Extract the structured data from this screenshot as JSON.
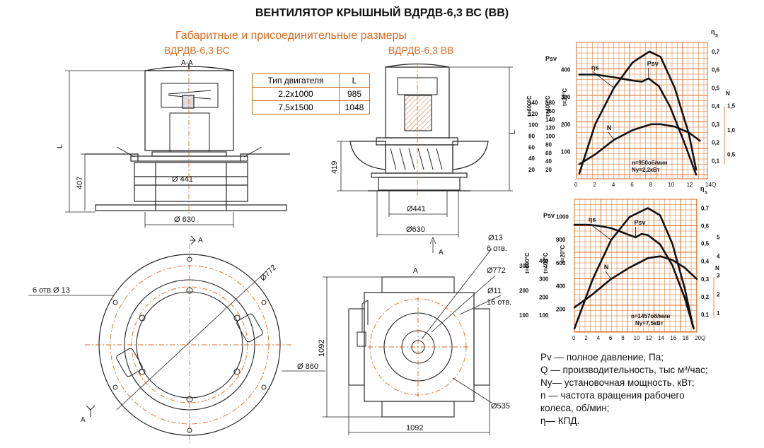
{
  "title": "ВЕНТИЛЯТОР КРЫШНЫЙ  ВДРДВ-6,3 ВС (ВВ)",
  "subtitle": "Габаритные и присоединительные размеры",
  "views": {
    "left_label": "ВДРДВ-6,3 ВС",
    "right_label": "ВДРДВ-6,3 ВВ",
    "section_label": "А-А",
    "arrow_label": "A"
  },
  "motor_table": {
    "header": [
      "Тип двигателя",
      "L"
    ],
    "rows": [
      [
        "2,2х1000",
        "985"
      ],
      [
        "7,5х1500",
        "1048"
      ]
    ]
  },
  "dimensions": {
    "L": "L",
    "h407": "407",
    "h419": "419",
    "d441_left": "Ø 441",
    "d630_left": "Ø 630",
    "d441_right": "Ø441",
    "d630_right": "Ø630",
    "d772_plan": "Ø772",
    "d860": "Ø 860",
    "holes_6": "6 отв.Ø 13",
    "d13": "Ø13",
    "otv6": "6 отв.",
    "d772_sq": "Ø772",
    "d11": "Ø11",
    "otv16": "16 отв.",
    "d535": "Ø535",
    "w1092": "1092",
    "h1092": "1092"
  },
  "chart_data": [
    {
      "type": "line",
      "title": "",
      "xlabel": "Q",
      "x_ticks": [
        "0",
        "2",
        "4",
        "6",
        "8",
        "10",
        "12",
        "14"
      ],
      "xlim": [
        0,
        14
      ],
      "axis_labels": {
        "psv": "Psv",
        "t600": "t=600°C",
        "t400": "t=400°C",
        "t20": "t=20°C",
        "eta": "η",
        "eta_sub": "s",
        "n": "N"
      },
      "y_ticks_t600": [
        "140",
        "120",
        "100",
        "80",
        "60",
        "40",
        "20"
      ],
      "y_ticks_t400": [
        "180",
        "160",
        "140",
        "120",
        "100",
        "80",
        "60",
        "40",
        "20"
      ],
      "y_ticks_t20": [
        "400",
        "300",
        "200",
        "100"
      ],
      "ylim_psv_t20": [
        0,
        500
      ],
      "y_ticks_eta": [
        "0,7",
        "0,6",
        "0,5",
        "0,4",
        "0,3",
        "0,2",
        "0,1"
      ],
      "ylim_eta": [
        0,
        0.75
      ],
      "y_ticks_n": [
        "1,5",
        "1,0",
        "0,5"
      ],
      "ylim_n": [
        0,
        2.8
      ],
      "note_n": "n=950об/мин",
      "note_ny": "Ny=2,2кВт",
      "series": [
        {
          "name": "ηs",
          "axis": "eta",
          "x": [
            0.3,
            2,
            4,
            6,
            7.8,
            9,
            10.5,
            12,
            12.8
          ],
          "y": [
            0.03,
            0.3,
            0.5,
            0.64,
            0.7,
            0.67,
            0.5,
            0.25,
            0.05
          ]
        },
        {
          "name": "Psv",
          "axis": "psv",
          "x": [
            0.3,
            2,
            4,
            6,
            7,
            7.7,
            8.8,
            10,
            11.5,
            12.8
          ],
          "y": [
            382,
            382,
            372,
            360,
            356,
            368,
            340,
            265,
            135,
            15
          ]
        },
        {
          "name": "N",
          "axis": "n",
          "x": [
            0.3,
            2,
            4,
            6,
            8,
            9,
            10.5,
            12,
            13.2
          ],
          "y": [
            0.3,
            0.5,
            0.8,
            1.0,
            1.12,
            1.12,
            1.07,
            0.95,
            0.78
          ]
        }
      ]
    },
    {
      "type": "line",
      "title": "",
      "xlabel": "Q",
      "x_ticks": [
        "0",
        "2",
        "4",
        "6",
        "8",
        "10",
        "12",
        "14",
        "16",
        "18",
        "20"
      ],
      "xlim": [
        0,
        20
      ],
      "axis_labels": {
        "psv": "Psv",
        "t600": "t=600°C",
        "t400": "t=400°C",
        "t20": "t=20°C",
        "eta": "η",
        "eta_sub": "s",
        "n": "N"
      },
      "y_ticks_t600": [
        "300",
        "200",
        "100"
      ],
      "y_ticks_t400": [
        "400",
        "300",
        "200",
        "100"
      ],
      "y_ticks_t20": [
        "1000",
        "800",
        "600",
        "400",
        "200"
      ],
      "ylim_psv_t20": [
        0,
        1150
      ],
      "y_ticks_eta": [
        "0,7",
        "0,6",
        "0,5",
        "0,4",
        "0,3",
        "0,2",
        "0,1"
      ],
      "ylim_eta": [
        0,
        0.75
      ],
      "y_ticks_n": [
        "5",
        "4",
        "3",
        "2",
        "1"
      ],
      "ylim_n": [
        0,
        7
      ],
      "note_n": "n=1457об/мин",
      "note_ny": "Ny=7,5кВт",
      "series": [
        {
          "name": "ηs",
          "axis": "eta",
          "x": [
            0,
            3,
            6,
            9,
            12,
            14,
            16,
            18,
            19.4
          ],
          "y": [
            0.02,
            0.3,
            0.52,
            0.65,
            0.7,
            0.66,
            0.5,
            0.25,
            0.03
          ]
        },
        {
          "name": "Psv",
          "axis": "psv",
          "x": [
            0,
            2,
            4,
            6,
            8,
            10,
            11,
            12,
            14,
            16,
            18,
            19.5
          ],
          "y": [
            930,
            930,
            920,
            900,
            860,
            820,
            850,
            840,
            760,
            580,
            300,
            30
          ]
        },
        {
          "name": "N",
          "axis": "n",
          "x": [
            0,
            3,
            6,
            9,
            12,
            14,
            16,
            18,
            20
          ],
          "y": [
            1.3,
            2.0,
            2.8,
            3.4,
            3.9,
            4.0,
            3.8,
            3.4,
            2.8
          ]
        }
      ]
    }
  ],
  "legend": {
    "pv": "Pv — полное давление, Па;",
    "q": "Q  — производительность, тыс м³/час;",
    "ny": "Ny— установочная мощность, кВт;",
    "n1": "n — частота вращения рабочего",
    "n2": "колеса,  об/мин;",
    "eta": "η— КПД."
  },
  "colors": {
    "orange": "#e06a1e",
    "dim_red": "#d2691e",
    "line": "#222222"
  }
}
